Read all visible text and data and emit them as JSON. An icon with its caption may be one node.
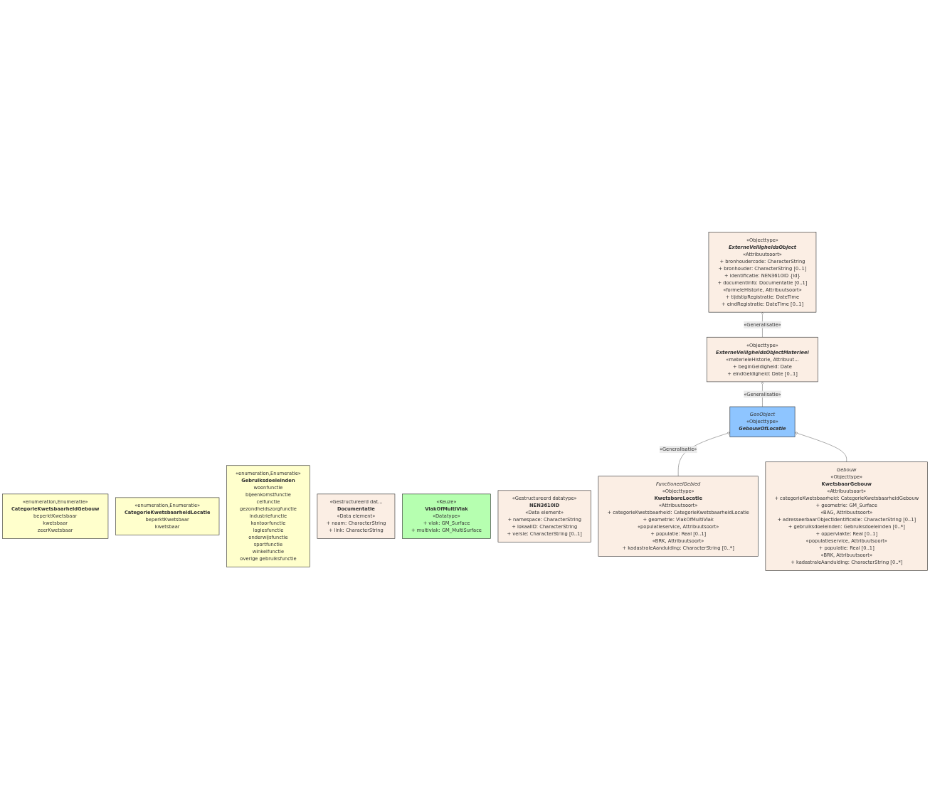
{
  "diagram": {
    "nodes": [
      {
        "text": [
          "«enumeration,Enumeratie»",
          "CategorieKwetsbaarheidGebouw",
          "beperktKwetsbaar",
          "kwetsbaar",
          "zeerKwetsbaar"
        ]
      },
      {
        "text": [
          "«enumeration,Enumeratie»",
          "CategorieKwetsbaarheidLocatie",
          "beperktKwetsbaar",
          "kwetsbaar"
        ]
      },
      {
        "text": [
          "«enumeration,Enumeratie»",
          "Gebruiksdoeleinden",
          "woonfunctie",
          "bijeenkomstfunctie",
          "celfunctie",
          "gezondheidszorgfunctie",
          "industriefunctie",
          "kantoorfunctie",
          "logiesfunctie",
          "onderwijsfunctie",
          "sportfunctie",
          "winkelfunctie",
          "overige gebruiksfunctie"
        ]
      },
      {
        "text": [
          "«Objecttype»",
          "ExterneVeiligheidsObject",
          "«Attribuutsoort»",
          "+ bronhoudercode: CharacterString",
          "+ bronhouder: CharacterString [0..1]",
          "+ identificatie: NEN3610ID {id}",
          "+ documentInfo: Documentatie [0..1]",
          "«formeleHistorie, Attribuutsoort»",
          "+ tijdstipRegistratie: DateTime",
          "+ eindRegistratie: DateTime [0..1]"
        ]
      },
      {
        "text": [
          "«Gestructureerd dat...",
          "Documentatie",
          "«Data element»",
          "+ naam: CharacterString",
          "+ link: CharacterString"
        ]
      },
      {
        "text": [
          "«Keuze»",
          "VlakOfMultiVlak",
          "«Datatype»",
          "+ vlak: GM_Surface",
          "+ multivlak: GM_MultiSurface"
        ]
      },
      {
        "text": [
          "«Gestructureerd datatype»",
          "NEN3610ID",
          "«Data element»",
          "+ namespace: CharacterString",
          "+ lokaalID: CharacterString",
          "+ versie: CharacterString [0..1]"
        ]
      },
      {
        "text": [
          "«Objecttype»",
          "ExterneVeiligheidsObjectMaterieel",
          "«materieleHistorie, Attribuut...",
          "+ beginGeldigheid: Date",
          "+ eindGeldigheid: Date [0..1]"
        ]
      },
      {
        "text": [
          "GeoObject",
          "«Objecttype»",
          "GebouwOfLocatie"
        ]
      },
      {
        "text": [
          "FunctioneelGebied",
          "«Objecttype»",
          "KwetsbareLocatie",
          "«Attribuutsoort»",
          "+ categorieKwetsbaarheid: CategorieKwetsbaarheidLocatie",
          "+ geometrie: VlakOfMultiVlak",
          "«populatieservice, Attribuutsoort»",
          "+ populatie: Real [0..1]",
          "«BRK, Attribuutsoort»",
          "+ kadastraleAanduiding: CharacterString [0..*]"
        ]
      },
      {
        "text": [
          "Gebouw",
          "«Objecttype»",
          "KwetsbaarGebouw",
          "«Attribuutsoort»",
          "+ categorieKwetsbaarheid: CategorieKwetsbaarheidGebouw",
          "+ geometrie: GM_Surface",
          "«BAG, Attribuutsoort»",
          "+ adresseerbaarObjectIdentificatie: CharacterString [0..1]",
          "+ gebruiksdoeleinden: Gebruiksdoeleinden [0..*]",
          "+ oppervlakte: Real [0..1]",
          "«populatieservice, Attribuutsoort»",
          "+ populatie: Real [0..1]",
          "«BRK, Attribuutsoort»",
          "+ kadastraleAanduiding: CharacterString [0..*]"
        ]
      }
    ],
    "edges": [
      {
        "from": 7,
        "to": 3,
        "arrow": "to",
        "label": "«Generalisatie»"
      },
      {
        "from": 8,
        "to": 7,
        "arrow": "to",
        "label": "«Generalisatie»"
      },
      {
        "from": 9,
        "to": 8,
        "arrow": "to",
        "label": "«Generalisatie»"
      },
      {
        "from": 10,
        "to": 8,
        "arrow": "to"
      }
    ]
  }
}
